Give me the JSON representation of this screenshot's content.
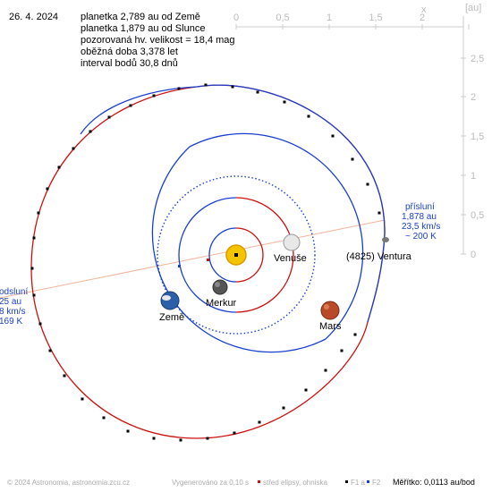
{
  "header": {
    "date": "26. 4. 2024",
    "lines": [
      "planetka 2,789 au od Země",
      "planetka 1,879 au od Slunce",
      "pozorovaná hv. velikost = 18,4 mag",
      "oběžná doba 3,378 let",
      "interval bodů 30,8 dnů"
    ]
  },
  "axes": {
    "x_label": "x",
    "unit": "[au]",
    "x_ticks": [
      "0",
      "0,5",
      "1",
      "1,5",
      "2",
      "2,5"
    ],
    "y_ticks": [
      "2,5",
      "2",
      "1,5",
      "1",
      "0,5",
      "0"
    ]
  },
  "bodies": {
    "venus": "Venuše",
    "mercury": "Merkur",
    "earth": "Země",
    "mars": "Mars",
    "asteroid": "(4825) Ventura"
  },
  "perihelion": {
    "lines": [
      "přísluní",
      "1,878 au",
      "23,5 km/s",
      "~ 200 K"
    ]
  },
  "aphelion": {
    "lines": [
      "odsluní",
      "25 au",
      "8 km/s",
      "169 K"
    ]
  },
  "footer": {
    "copyright": "© 2024 Astronomia, astronomia.zcu.cz",
    "generated": "Vygenerováno za 0,10 s",
    "legend_center": "střed elipsy, ohniska",
    "legend_f1": "F1 a",
    "legend_f2": "F2",
    "scale": "Měřítko: 0,0113 au/bod"
  },
  "colors": {
    "orbit_blue": "#1a3fd0",
    "orbit_red": "#cc1111",
    "apsis_line": "#f2b49a",
    "sun": "#f5c400"
  }
}
